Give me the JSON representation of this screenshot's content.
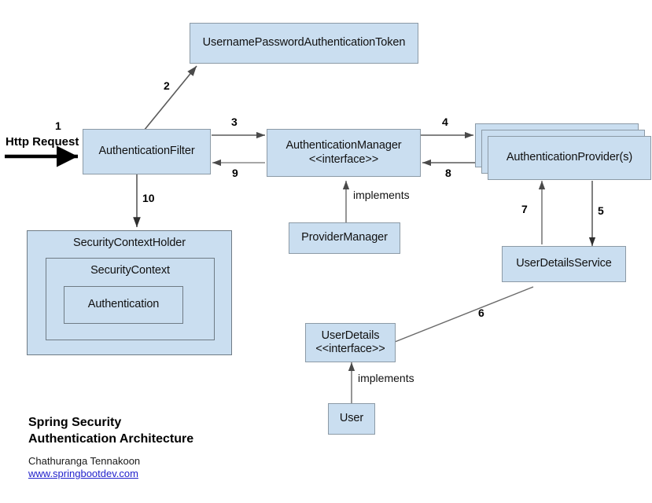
{
  "diagram": {
    "title": "Spring Security Authentication Architecture",
    "colors": {
      "node_fill": "#cadef0",
      "node_border": "#8c9aa6",
      "edge": "#555555",
      "link": "#2222cc"
    },
    "nodes": {
      "token": {
        "label": "UsernamePasswordAuthenticationToken"
      },
      "filter": {
        "label": "AuthenticationFilter"
      },
      "manager": {
        "label": "AuthenticationManager",
        "stereotype": "<<interface>>"
      },
      "provider": {
        "label": "AuthenticationProvider(s)"
      },
      "provider_manager": {
        "label": "ProviderManager"
      },
      "user_details_service": {
        "label": "UserDetailsService"
      },
      "user_details": {
        "label": "UserDetails",
        "stereotype": "<<interface>>"
      },
      "user": {
        "label": "User"
      },
      "security_context_holder": {
        "label": "SecurityContextHolder"
      },
      "security_context": {
        "label": "SecurityContext"
      },
      "authentication": {
        "label": "Authentication"
      }
    },
    "edges": [
      {
        "id": "1",
        "label": "1",
        "from": "http-request",
        "to": "filter"
      },
      {
        "id": "2",
        "label": "2",
        "from": "filter",
        "to": "token"
      },
      {
        "id": "3",
        "label": "3",
        "from": "filter",
        "to": "manager"
      },
      {
        "id": "4",
        "label": "4",
        "from": "manager",
        "to": "provider"
      },
      {
        "id": "5",
        "label": "5",
        "from": "provider",
        "to": "user_details_service"
      },
      {
        "id": "6",
        "label": "6",
        "from": "user_details",
        "to": "user_details_service"
      },
      {
        "id": "7",
        "label": "7",
        "from": "user_details_service",
        "to": "provider"
      },
      {
        "id": "8",
        "label": "8",
        "from": "provider",
        "to": "manager"
      },
      {
        "id": "9",
        "label": "9",
        "from": "manager",
        "to": "filter"
      },
      {
        "id": "10",
        "label": "10",
        "from": "filter",
        "to": "security_context_holder"
      }
    ],
    "annotations": {
      "http_request": "Http Request",
      "implements_manager": "implements",
      "implements_user": "implements"
    },
    "footer": {
      "title_line_1": "Spring Security",
      "title_line_2": "Authentication Architecture",
      "author": "Chathuranga Tennakoon",
      "url": "www.springbootdev.com"
    }
  }
}
